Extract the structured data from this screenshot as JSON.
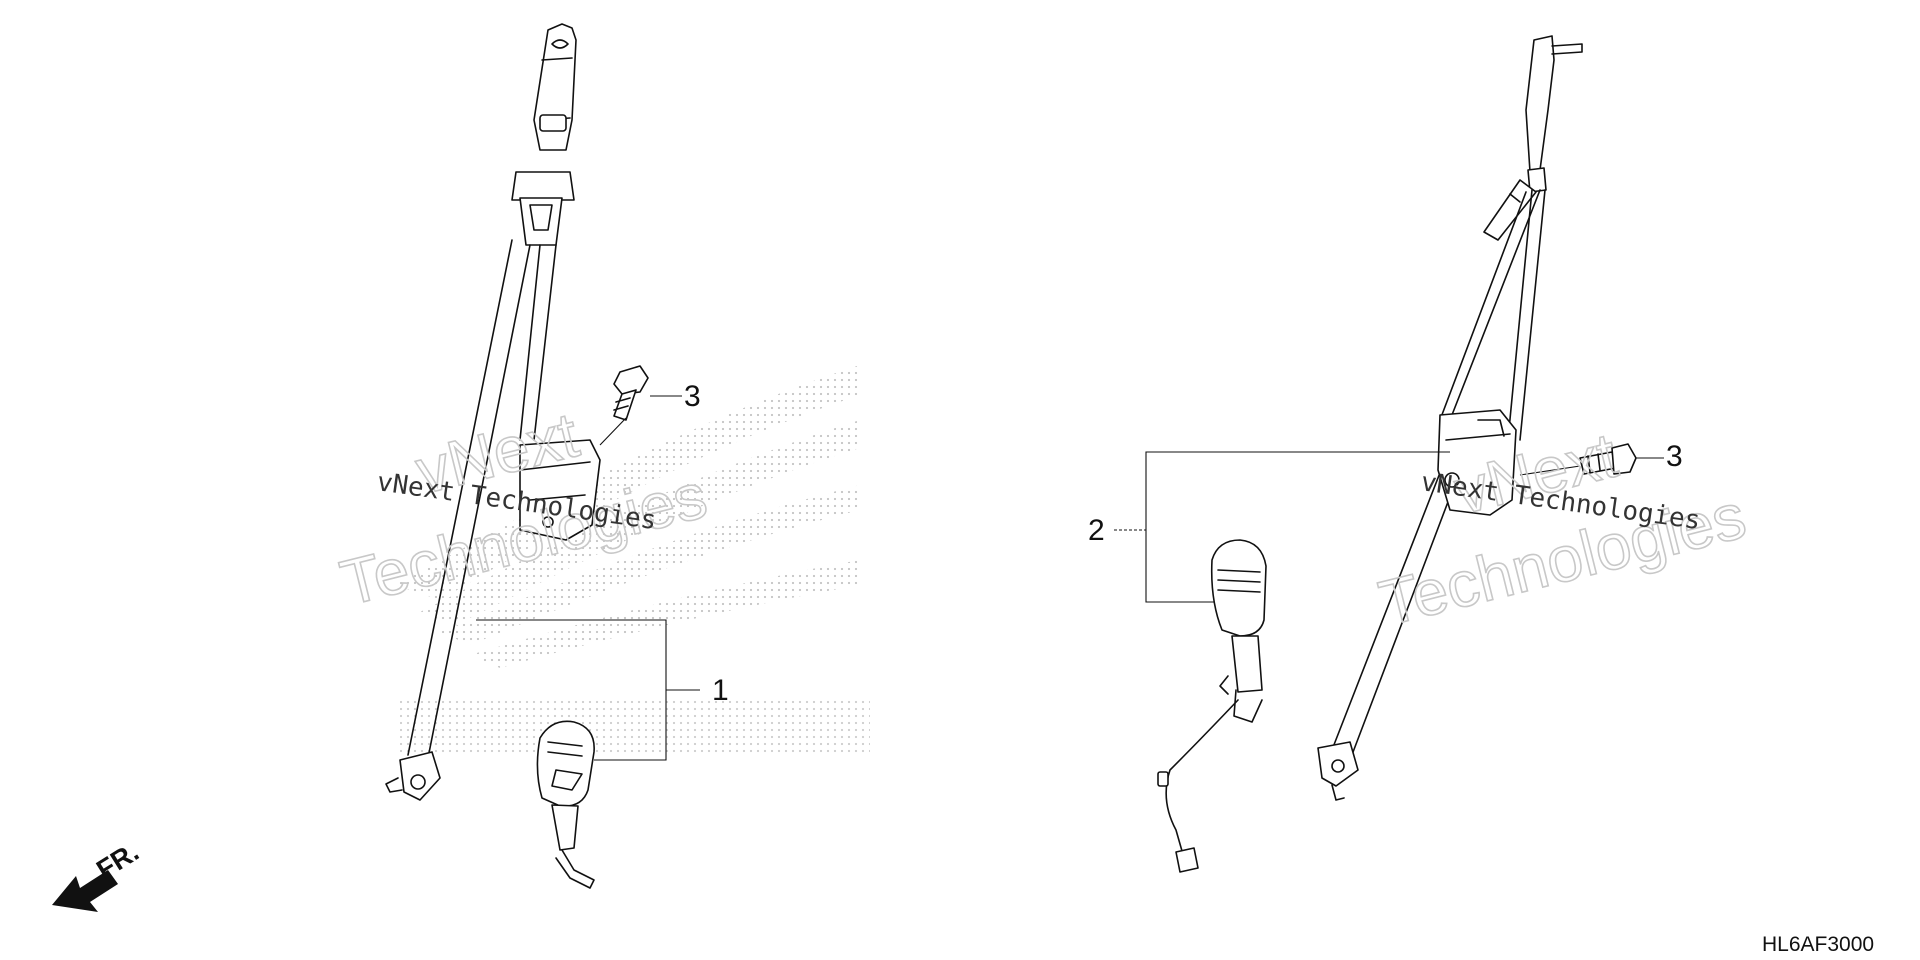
{
  "diagram": {
    "callouts": {
      "part1": "1",
      "part2": "2",
      "part3_left": "3",
      "part3_right": "3"
    },
    "front_indicator": "FR.",
    "drawing_code": "HL6AF3000",
    "watermarks": {
      "outline_line1": "vNext",
      "outline_line2": "Technologies",
      "inline": "vNext Technologies"
    },
    "icons": {
      "background_emblem": "honda-wing-emblem",
      "front_arrow": "arrow-down-left-icon"
    }
  }
}
